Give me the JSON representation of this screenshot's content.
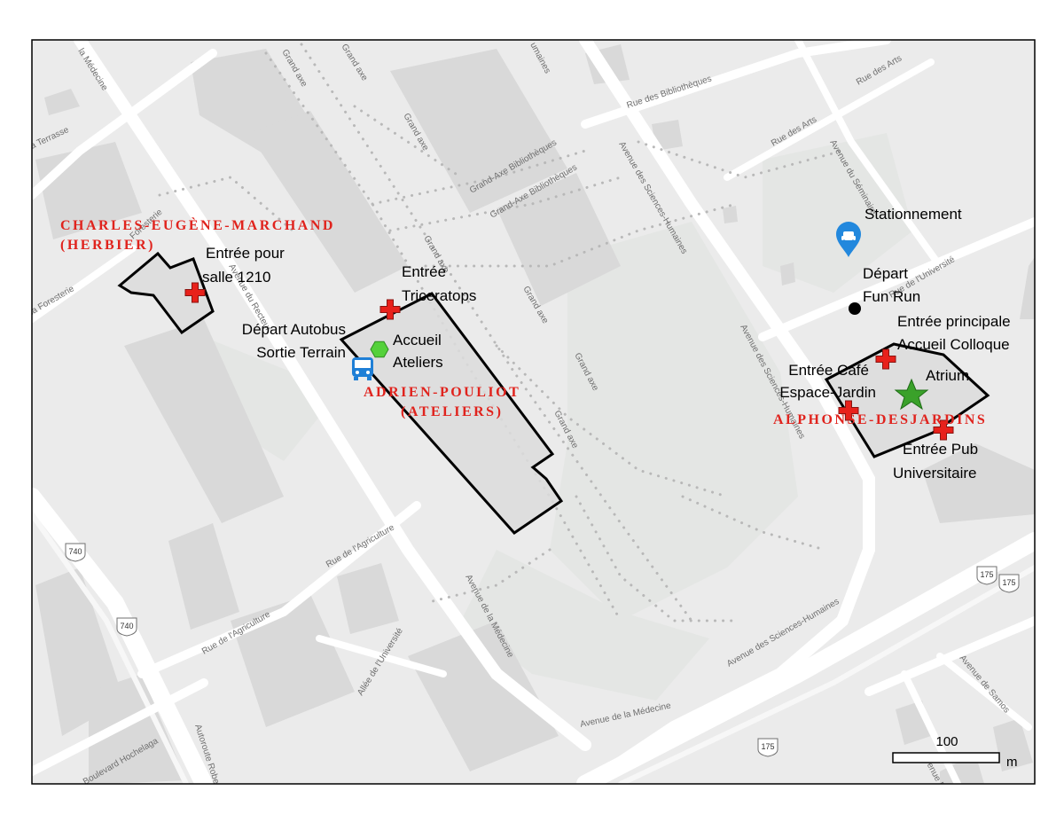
{
  "buildings": {
    "charles": {
      "line1": "CHARLES-EUGÈNE-MARCHAND",
      "line2": "(HERBIER)"
    },
    "adrien": {
      "line1": "ADRIEN-POULIOT",
      "line2": "(ATELIERS)"
    },
    "alphonse": {
      "line1": "ALPHONSE-DESJARDINS"
    }
  },
  "points": {
    "entree_salle": {
      "line1": "Entrée pour",
      "line2": "salle 1210"
    },
    "entree_triceratops": {
      "line1": "Entrée",
      "line2": "Triceratops"
    },
    "depart_autobus": {
      "line1": "Départ Autobus",
      "line2": "Sortie Terrain"
    },
    "accueil_ateliers": {
      "line1": "Accueil",
      "line2": "Ateliers"
    },
    "stationnement": {
      "line1": "Stationnement"
    },
    "depart_fun_run": {
      "line1": "Départ",
      "line2": "Fun Run"
    },
    "entree_principale": {
      "line1": "Entrée principale",
      "line2": "Accueil Colloque"
    },
    "entree_cafe": {
      "line1": "Entrée Café",
      "line2": "Espace-Jardin"
    },
    "atrium": {
      "line1": "Atrium"
    },
    "entree_pub": {
      "line1": "Entrée Pub",
      "line2": "Universitaire"
    }
  },
  "streets": {
    "medecine_top": "la Médecine",
    "terrasse": "a Terrasse",
    "foresterie1": "Foresterie",
    "foresterie2": "la Foresterie",
    "avenue_recteur": "Avenue du Recteur",
    "grand_axe1": "Grand axe",
    "grand_axe2": "Grand axe",
    "grand_axe3": "Grand axe",
    "grand_axe4": "Grand axe",
    "grand_axe5": "Grand axe",
    "grand_axe6": "Grand axe",
    "grand_axe7": "Grand axe",
    "ga_bib1": "Grand-Axe Bibliothèques",
    "ga_bib2": "Grand-Axe Bibliothèques",
    "rue_bib": "Rue des Bibliothèques",
    "humaines_top": "umaines",
    "ave_sci_hum1": "Avenue des Sciences-Humaines",
    "ave_sci_hum2": "Avenue des Sciences-Humaines",
    "ave_sci_hum3": "Avenue des Sciences-Humaines",
    "rue_arts1": "Rue des Arts",
    "rue_arts2": "Rue des Arts",
    "ave_seminaire": "Avenue du Séminaire",
    "rue_universite": "Rue de l'Université",
    "rue_agri1": "Rue de l'Agriculture",
    "rue_agri2": "Rue de l'Agriculture",
    "ave_medecine1": "Avenue de la Médecine",
    "ave_medecine2": "Avenue de la Médecine",
    "allee_univ": "Allée de l'Université",
    "boul_hochelaga": "Boulevard Hochelaga",
    "autoroute_robert": "Autoroute Robe",
    "ave_samos": "Avenue de Samos",
    "ave_ernest": "Avenue Ernes"
  },
  "shields": {
    "a740_1": "740",
    "a740_2": "740",
    "a175_1": "175",
    "a175_2": "175",
    "a175_3": "175"
  },
  "scale_bar": {
    "value": "100",
    "unit": "m"
  },
  "colors": {
    "map_bg": "#ebebeb",
    "road": "#ffffff",
    "block": "#d9d9d9",
    "green": "#e6e8e6",
    "outline": "#000000",
    "building_fill": "#dcdcdc",
    "label_red": "#e0231d",
    "marker_red": "#e8211b",
    "hex_green": "#54d13a",
    "star_green": "#3aa12a",
    "pin_blue": "#2288dd",
    "bus_blue": "#1f7fd6"
  },
  "icons": {
    "entrance": "red-cross-icon",
    "accueil": "green-hexagon-icon",
    "bus": "bus-icon",
    "parking": "parking-pin-icon",
    "start": "black-dot-icon",
    "atrium": "star-icon"
  }
}
